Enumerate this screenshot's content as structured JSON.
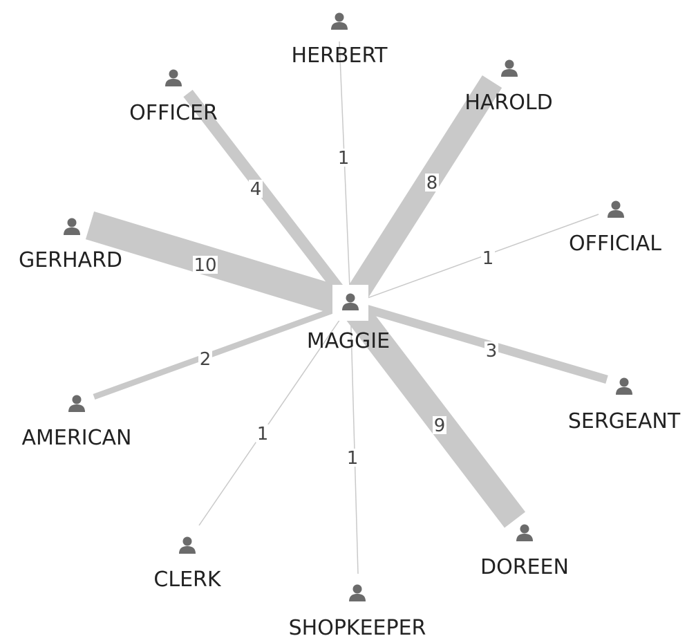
{
  "graph": {
    "center": {
      "id": "maggie",
      "label": "MAGGIE"
    },
    "nodes": [
      {
        "id": "herbert",
        "label": "HERBERT"
      },
      {
        "id": "harold",
        "label": "HAROLD"
      },
      {
        "id": "officer",
        "label": "OFFICER"
      },
      {
        "id": "official",
        "label": "OFFICIAL"
      },
      {
        "id": "gerhard",
        "label": "GERHARD"
      },
      {
        "id": "sergeant",
        "label": "SERGEANT"
      },
      {
        "id": "american",
        "label": "AMERICAN"
      },
      {
        "id": "clerk",
        "label": "CLERK"
      },
      {
        "id": "shopkeeper",
        "label": "SHOPKEEPER"
      },
      {
        "id": "doreen",
        "label": "DOREEN"
      }
    ],
    "edges": [
      {
        "target": "herbert",
        "weight": 1
      },
      {
        "target": "harold",
        "weight": 8
      },
      {
        "target": "officer",
        "weight": 4
      },
      {
        "target": "official",
        "weight": 1
      },
      {
        "target": "gerhard",
        "weight": 10
      },
      {
        "target": "sergeant",
        "weight": 3
      },
      {
        "target": "american",
        "weight": 2
      },
      {
        "target": "clerk",
        "weight": 1
      },
      {
        "target": "shopkeeper",
        "weight": 1
      },
      {
        "target": "doreen",
        "weight": 9
      }
    ],
    "colors": {
      "edge": "#c9c9c9",
      "icon": "#6b6b6b",
      "label": "#222222",
      "edge_label": "#444444"
    },
    "icon": "person-icon"
  }
}
